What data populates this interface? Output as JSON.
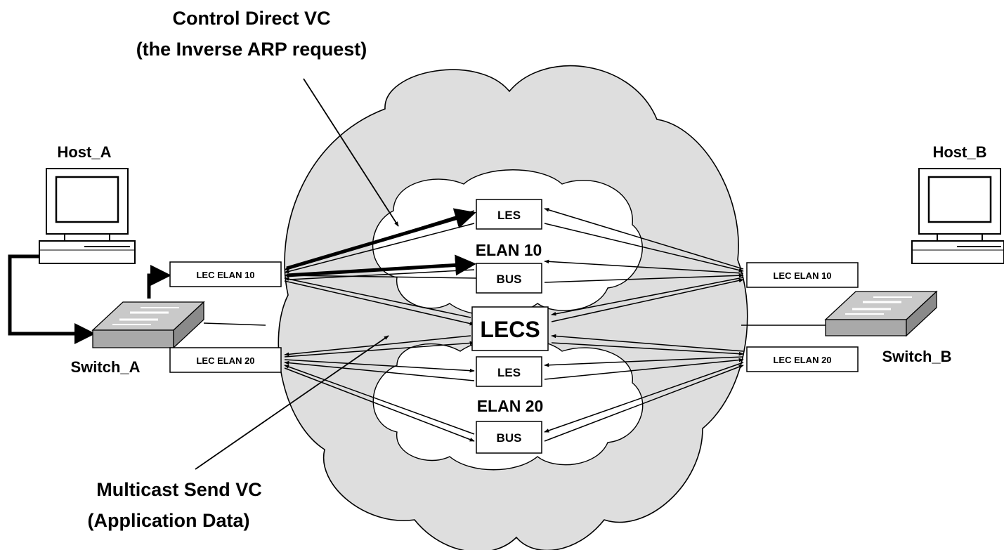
{
  "annotations": {
    "control_line1": "Control Direct VC",
    "control_line2": "(the Inverse ARP request)",
    "multicast_line1": "Multicast Send VC",
    "multicast_line2": "(Application Data)"
  },
  "hosts": {
    "host_a": "Host_A",
    "host_b": "Host_B"
  },
  "switches": {
    "switch_a": "Switch_A",
    "switch_b": "Switch_B"
  },
  "lec": {
    "a_elan10": "LEC ELAN 10",
    "a_elan20": "LEC ELAN 20",
    "b_elan10": "LEC ELAN 10",
    "b_elan20": "LEC ELAN 20"
  },
  "servers": {
    "les10": "LES",
    "bus10": "BUS",
    "lecs": "LECS",
    "les20": "LES",
    "bus20": "BUS"
  },
  "elans": {
    "elan10": "ELAN 10",
    "elan20": "ELAN 20"
  },
  "colors": {
    "cloud_fill": "#dedede",
    "inner_cloud_fill": "#ffffff",
    "switch_fill": "#a9a9a9",
    "line": "#000000"
  }
}
